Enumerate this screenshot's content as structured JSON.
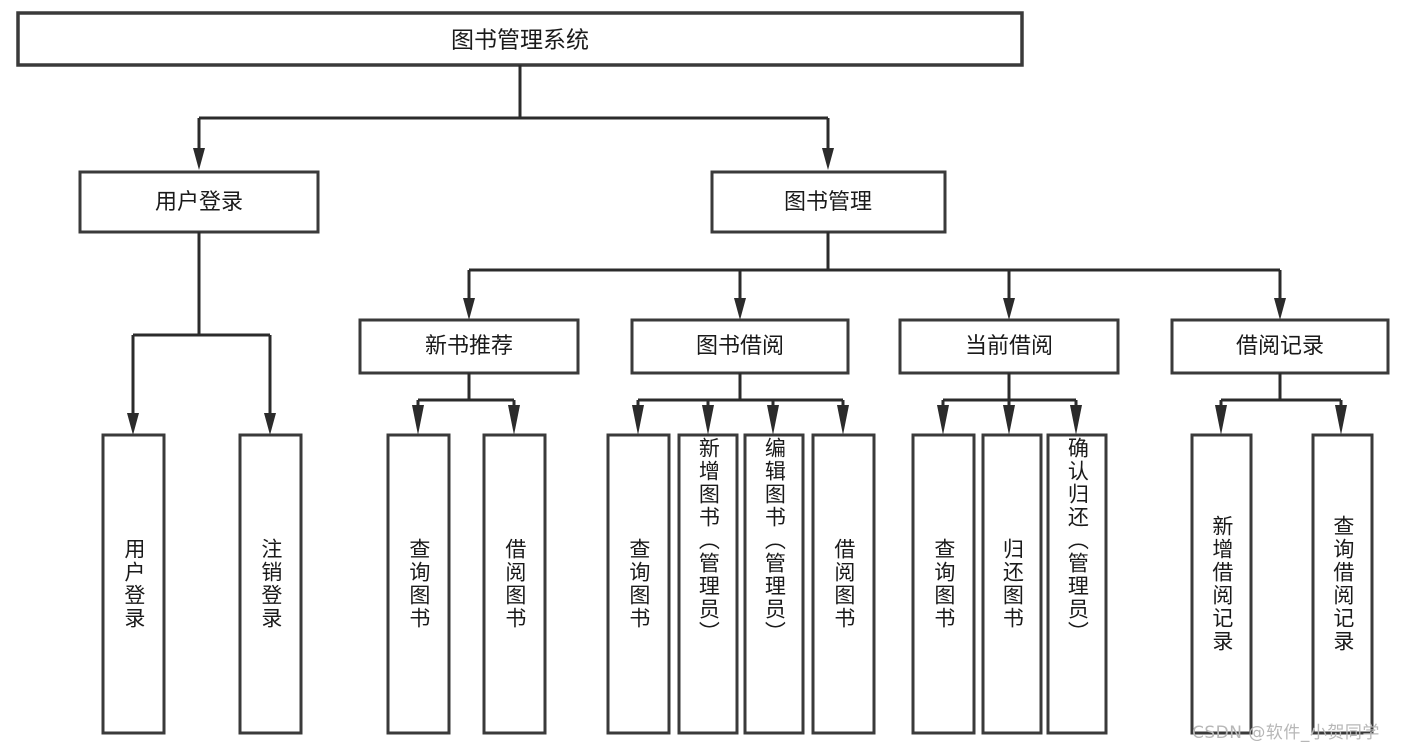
{
  "diagram": {
    "type": "tree",
    "title": "图书管理系统",
    "orientation": "top-down",
    "colors": {
      "background": "#ffffff",
      "box_stroke": "#3a3a3a",
      "connector": "#2b2b2b",
      "text": "#1a1a1a",
      "watermark": "#b7b7b7"
    },
    "root": {
      "label": "图书管理系统"
    },
    "level1": [
      {
        "label": "用户登录"
      },
      {
        "label": "图书管理"
      }
    ],
    "level2": [
      {
        "label": "新书推荐"
      },
      {
        "label": "图书借阅"
      },
      {
        "label": "当前借阅"
      },
      {
        "label": "借阅记录"
      }
    ],
    "leaves": {
      "user_login": [
        {
          "label": "用户登录"
        },
        {
          "label": "注销登录"
        }
      ],
      "new_book_recommend": [
        {
          "label": "查询图书"
        },
        {
          "label": "借阅图书"
        }
      ],
      "book_borrow": [
        {
          "label": "查询图书"
        },
        {
          "label": "新增图书（管理员）"
        },
        {
          "label": "编辑图书（管理员）"
        },
        {
          "label": "借阅图书"
        }
      ],
      "current_borrow": [
        {
          "label": "查询图书"
        },
        {
          "label": "归还图书"
        },
        {
          "label": "确认归还（管理员）"
        }
      ],
      "borrow_record": [
        {
          "label": "新增借阅记录"
        },
        {
          "label": "查询借阅记录"
        }
      ]
    },
    "watermark": "CSDN @软件_小贺同学"
  }
}
